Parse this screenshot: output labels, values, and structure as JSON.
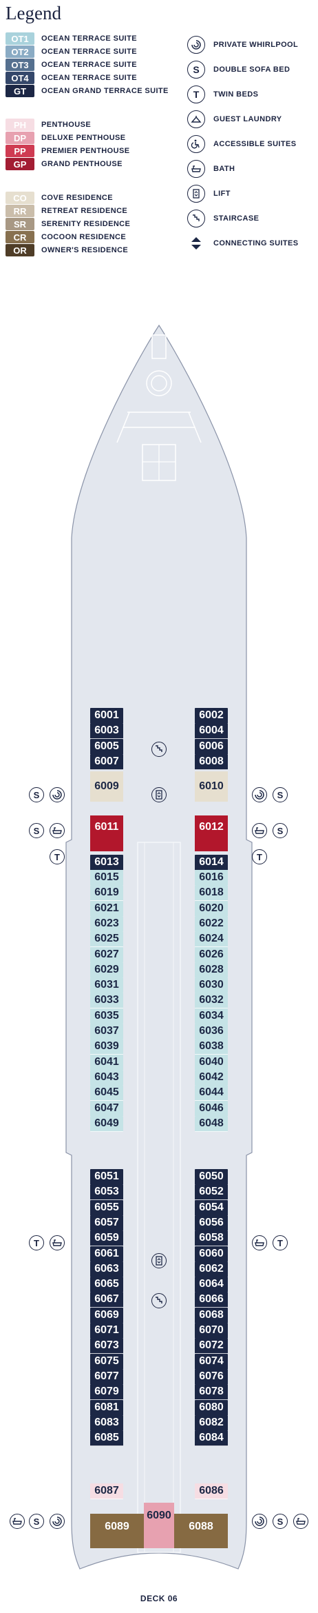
{
  "legend": {
    "title": "Legend",
    "suites": [
      {
        "code": "OT1",
        "label": "OCEAN TERRACE SUITE",
        "color": "#a9d2dc",
        "text_color": "#ffffff"
      },
      {
        "code": "OT2",
        "label": "OCEAN TERRACE SUITE",
        "color": "#8aabc4",
        "text_color": "#ffffff"
      },
      {
        "code": "OT3",
        "label": "OCEAN TERRACE SUITE",
        "color": "#55708f",
        "text_color": "#ffffff"
      },
      {
        "code": "OT4",
        "label": "OCEAN TERRACE SUITE",
        "color": "#34476a",
        "text_color": "#ffffff"
      },
      {
        "code": "GT",
        "label": "OCEAN GRAND TERRACE SUITE",
        "color": "#1c2745",
        "text_color": "#ffffff"
      }
    ],
    "penthouses": [
      {
        "code": "PH",
        "label": "PENTHOUSE",
        "color": "#f6dde3",
        "text_color": "#ffffff"
      },
      {
        "code": "DP",
        "label": "DELUXE PENTHOUSE",
        "color": "#e7a1b0",
        "text_color": "#ffffff"
      },
      {
        "code": "PP",
        "label": "PREMIER PENTHOUSE",
        "color": "#cf3b52",
        "text_color": "#ffffff"
      },
      {
        "code": "GP",
        "label": "GRAND PENTHOUSE",
        "color": "#a31d33",
        "text_color": "#ffffff"
      }
    ],
    "residences": [
      {
        "code": "CO",
        "label": "COVE RESIDENCE",
        "color": "#e6dfcf",
        "text_color": "#ffffff"
      },
      {
        "code": "RR",
        "label": "RETREAT RESIDENCE",
        "color": "#cabdaa",
        "text_color": "#ffffff"
      },
      {
        "code": "SR",
        "label": "SERENITY RESIDENCE",
        "color": "#a89884",
        "text_color": "#ffffff"
      },
      {
        "code": "CR",
        "label": "COCOON RESIDENCE",
        "color": "#87704f",
        "text_color": "#ffffff"
      },
      {
        "code": "OR",
        "label": "OWNER'S RESIDENCE",
        "color": "#4f3d27",
        "text_color": "#ffffff"
      }
    ],
    "icons": [
      {
        "symbol": "whirlpool",
        "label": "PRIVATE WHIRLPOOL"
      },
      {
        "symbol": "S",
        "label": "DOUBLE SOFA BED"
      },
      {
        "symbol": "T",
        "label": "TWIN BEDS"
      },
      {
        "symbol": "laundry",
        "label": "GUEST LAUNDRY"
      },
      {
        "symbol": "accessible",
        "label": "ACCESSIBLE SUITES"
      },
      {
        "symbol": "bath",
        "label": "BATH"
      },
      {
        "symbol": "lift",
        "label": "LIFT"
      },
      {
        "symbol": "stairs",
        "label": "STAIRCASE"
      },
      {
        "symbol": "connecting",
        "label": "CONNECTING SUITES"
      }
    ]
  },
  "colors": {
    "hull_fill": "#e3e7ee",
    "hull_stroke": "#8a93a8",
    "navy": "#1c2745",
    "ot1": "#c5e3e6",
    "ot1_text": "#1c2745",
    "co": "#e6dfcf",
    "gp": "#b2172c",
    "ph": "#f6dde3",
    "cr": "#866a42",
    "dp": "#e7a1b0"
  },
  "cabins": {
    "left_top": [
      "6001",
      "6003",
      "6005",
      "6007"
    ],
    "right_top": [
      "6002",
      "6004",
      "6006",
      "6008"
    ],
    "left_residence": "6009",
    "right_residence": "6010",
    "left_penthouse": "6011",
    "right_penthouse": "6012",
    "left_navy_a": [
      "6013"
    ],
    "right_navy_a": [
      "6014"
    ],
    "left_ot1": [
      "6015",
      "6019",
      "6021",
      "6023",
      "6025",
      "6027",
      "6029",
      "6031",
      "6033",
      "6035",
      "6037",
      "6039",
      "6041",
      "6043",
      "6045",
      "6047",
      "6049"
    ],
    "right_ot1": [
      "6016",
      "6018",
      "6020",
      "6022",
      "6024",
      "6026",
      "6028",
      "6030",
      "6032",
      "6034",
      "6036",
      "6038",
      "6040",
      "6042",
      "6044",
      "6046",
      "6048"
    ],
    "left_aft": [
      "6051",
      "6053",
      "6055",
      "6057",
      "6059",
      "6061",
      "6063",
      "6065",
      "6067",
      "6069",
      "6071",
      "6073",
      "6075",
      "6077",
      "6079",
      "6081",
      "6083",
      "6085"
    ],
    "right_aft": [
      "6050",
      "6052",
      "6054",
      "6056",
      "6058",
      "6060",
      "6062",
      "6064",
      "6066",
      "6068",
      "6070",
      "6072",
      "6074",
      "6076",
      "6078",
      "6080",
      "6082",
      "6084"
    ],
    "left_ph": "6087",
    "right_ph": "6086",
    "left_stern": "6089",
    "center_stern": "6090",
    "right_stern": "6088"
  },
  "deck_label": "DECK 06"
}
